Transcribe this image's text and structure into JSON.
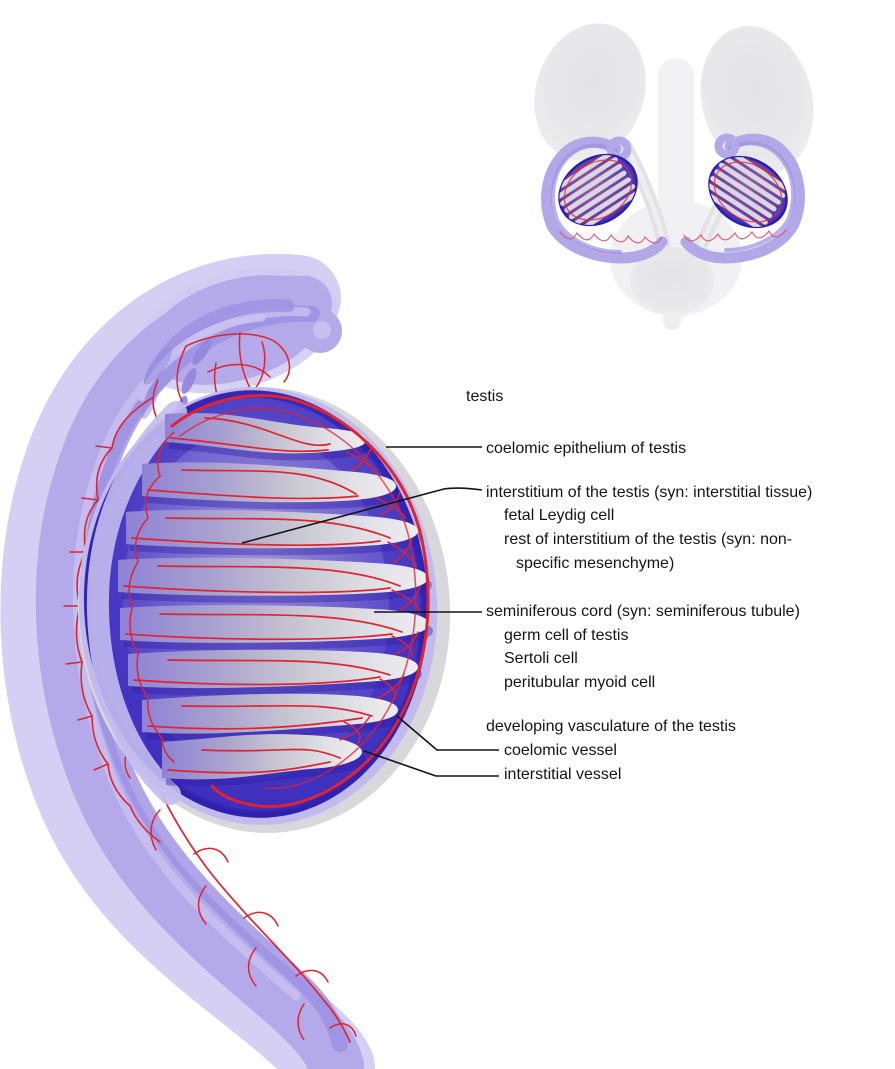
{
  "figure_type": "anatomical diagram of the developing testis",
  "annotation_labels": {
    "testis": "testis",
    "coelomic_epithelium": "coelomic epithelium of testis",
    "interstitium": "interstitium of the testis (syn: interstitial tissue)",
    "fetal_leydig_cell": "fetal Leydig cell",
    "rest_of_interstitium_line1": "rest of interstitium of the testis (syn: non-",
    "rest_of_interstitium_line2": "specific mesenchyme)",
    "seminiferous_cord": "seminiferous cord (syn: seminiferous tubule)",
    "germ_cell": "germ cell of testis",
    "sertoli_cell": "Sertoli cell",
    "peritubular_myoid_cell": "peritubular myoid cell",
    "developing_vasculature": "developing vasculature of the testis",
    "coelomic_vessel": "coelomic vessel",
    "interstitial_vessel": "interstitial vessel"
  },
  "colors": {
    "background": "#ffffff",
    "label_text": "#141414",
    "leader_line": "#141414",
    "mesonephros_lavender": "#b4aae9",
    "mesonephros_halo": "#d0caf2",
    "mesonephros_stripe": "#9b8ee2",
    "mesonephric_tubule": "#9487dd",
    "testis_interstitium_deep": "#3a2abf",
    "testis_interstitium_light": "#8d81d6",
    "seminiferous_cord_gray": "#d9d9df",
    "vessel_red": "#e2202c",
    "capsule_gray_rim": "#d7d7dc",
    "capsule_lavender_rim": "#c2baec",
    "overview_organ_gray": "#e9e9eb"
  }
}
